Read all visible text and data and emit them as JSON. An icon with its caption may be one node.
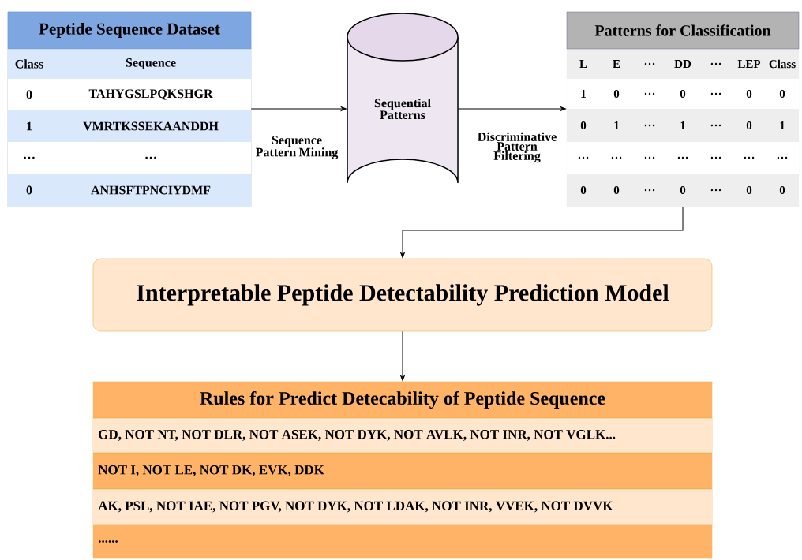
{
  "diagram": {
    "nodes": [
      {
        "text": [
          "Peptide Sequence Dataset",
          "Class",
          "Sequence",
          "0",
          "TAHYGSLPQKSHGR",
          "1",
          "VMRTKSSEKAANDDH",
          "…",
          "…",
          "0",
          "ANHSFTPNCIYDMF"
        ]
      },
      {
        "text": [
          "Sequential Patterns"
        ]
      },
      {
        "text": [
          "Patterns for Classification",
          "L",
          "E",
          "…",
          "DD",
          "…",
          "LEP",
          "Class",
          "1",
          "0",
          "…",
          "0",
          "…",
          "0",
          "0",
          "0",
          "1",
          "…",
          "1",
          "…",
          "0",
          "1",
          "…",
          "…",
          "…",
          "…",
          "…",
          "…",
          "…",
          "0",
          "0",
          "…",
          "0",
          "…",
          "0",
          "0"
        ]
      },
      {
        "text": [
          "Interpretable Peptide Detectability Prediction Model"
        ]
      },
      {
        "text": [
          "Rules for Predict Detecability of Peptide Sequence",
          "GD, NOT NT, NOT DLR, NOT ASEK, NOT DYK, NOT AVLK, NOT INR, NOT VGLK...",
          "NOT I, NOT LE, NOT DK, EVK, DDK",
          "AK, PSL, NOT IAE, NOT PGV, NOT DYK, NOT LDAK, NOT INR, VVEK, NOT DVVK",
          "......"
        ]
      }
    ],
    "edges": [
      {
        "from": 0,
        "to": 1,
        "arrow": "to",
        "label": "Sequence Pattern Mining"
      },
      {
        "from": 1,
        "to": 2,
        "arrow": "to",
        "label": "Discriminative Pattern Filtering"
      },
      {
        "from": 2,
        "to": 3,
        "arrow": "to"
      },
      {
        "from": 3,
        "to": 4,
        "arrow": "to"
      }
    ]
  }
}
